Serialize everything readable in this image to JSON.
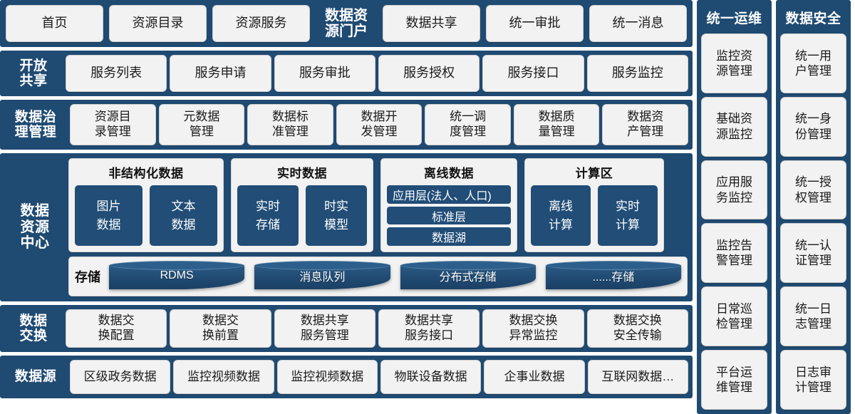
{
  "colors": {
    "dark_blue": "#1f4a72",
    "tile_blue": "#214d77",
    "chip_bg": "#f2f2f2",
    "text_dark": "#1a1a1a",
    "text_light": "#ffffff"
  },
  "portal_row": {
    "title": "数据资\n源门户",
    "items_left": [
      "首页",
      "资源目录",
      "资源服务"
    ],
    "items_right": [
      "数据共享",
      "统一审批",
      "统一消息"
    ]
  },
  "open_share": {
    "label": "开放\n共享",
    "items": [
      "服务列表",
      "服务申请",
      "服务审批",
      "服务授权",
      "服务接口",
      "服务监控"
    ]
  },
  "governance": {
    "label": "数据治\n理管理",
    "items": [
      "资源目\n录管理",
      "元数据\n管理",
      "数据标\n准管理",
      "数据开\n发管理",
      "统一调\n度管理",
      "数据质\n量管理",
      "数据资\n产管理"
    ]
  },
  "resource_center": {
    "label": "数据\n资源\n中心",
    "panels": [
      {
        "title": "非结构化数据",
        "layout": "tiles",
        "items": [
          "图片\n数据",
          "文本\n数据"
        ]
      },
      {
        "title": "实时数据",
        "layout": "tiles",
        "items": [
          "实时\n存储",
          "时实\n模型"
        ]
      },
      {
        "title": "离线数据",
        "layout": "bars",
        "items": [
          "应用层(法人、人口)",
          "标准层",
          "数据湖"
        ]
      },
      {
        "title": "计算区",
        "layout": "tiles",
        "items": [
          "离线\n计算",
          "实时\n计算"
        ]
      }
    ],
    "storage": {
      "label": "存储",
      "cylinders": [
        "RDMS",
        "消息队列",
        "分布式存储",
        "......存储"
      ]
    }
  },
  "data_exchange": {
    "label": "数据\n交换",
    "items": [
      "数据交\n换配置",
      "数据交\n换前置",
      "数据共享\n服务管理",
      "数据共享\n服务接口",
      "数据交换\n异常监控",
      "数据交换\n安全传输"
    ]
  },
  "data_source": {
    "label": "数据源",
    "items": [
      "区级政务数据",
      "监控视频数据",
      "监控视频数据",
      "物联设备数据",
      "企事业数据",
      "互联网数据…"
    ]
  },
  "ops_column": {
    "title": "统一运维",
    "items": [
      "监控资\n源管理",
      "基础资\n源监控",
      "应用服\n务监控",
      "监控告\n警管理",
      "日常巡\n检管理",
      "平台运\n维管理"
    ]
  },
  "security_column": {
    "title": "数据安全",
    "items": [
      "统一用\n户管理",
      "统一身\n份管理",
      "统一授\n权管理",
      "统一认\n证管理",
      "统一日\n志管理",
      "日志审\n计管理"
    ]
  }
}
